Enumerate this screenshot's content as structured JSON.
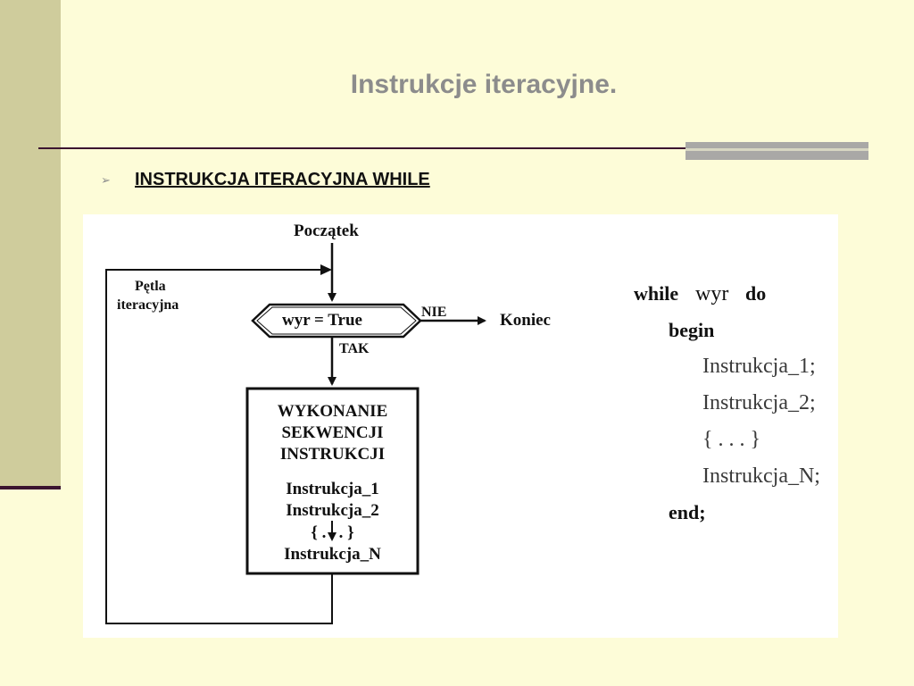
{
  "slide": {
    "title": "Instrukcje iteracyjne.",
    "bullet": "INSTRUKCJA ITERACYJNA  WHILE"
  },
  "flowchart": {
    "start": "Początek",
    "loop_label_line1": "Pętla",
    "loop_label_line2": "iteracyjna",
    "condition": "wyr = True",
    "no_label": "NIE",
    "end": "Koniec",
    "yes_label": "TAK",
    "box_heading": [
      "WYKONANIE",
      "SEKWENCJI",
      "INSTRUKCJI"
    ],
    "box_items": [
      "Instrukcja_1",
      "Instrukcja_2",
      "{ . . . }",
      "Instrukcja_N"
    ]
  },
  "code": {
    "kw_while": "while",
    "expr": "wyr",
    "kw_do": "do",
    "kw_begin": "begin",
    "line1": "Instrukcja_1;",
    "line2": "Instrukcja_2;",
    "ellipsis": "{ . . . }",
    "lineN": "Instrukcja_N;",
    "kw_end": "end;"
  }
}
